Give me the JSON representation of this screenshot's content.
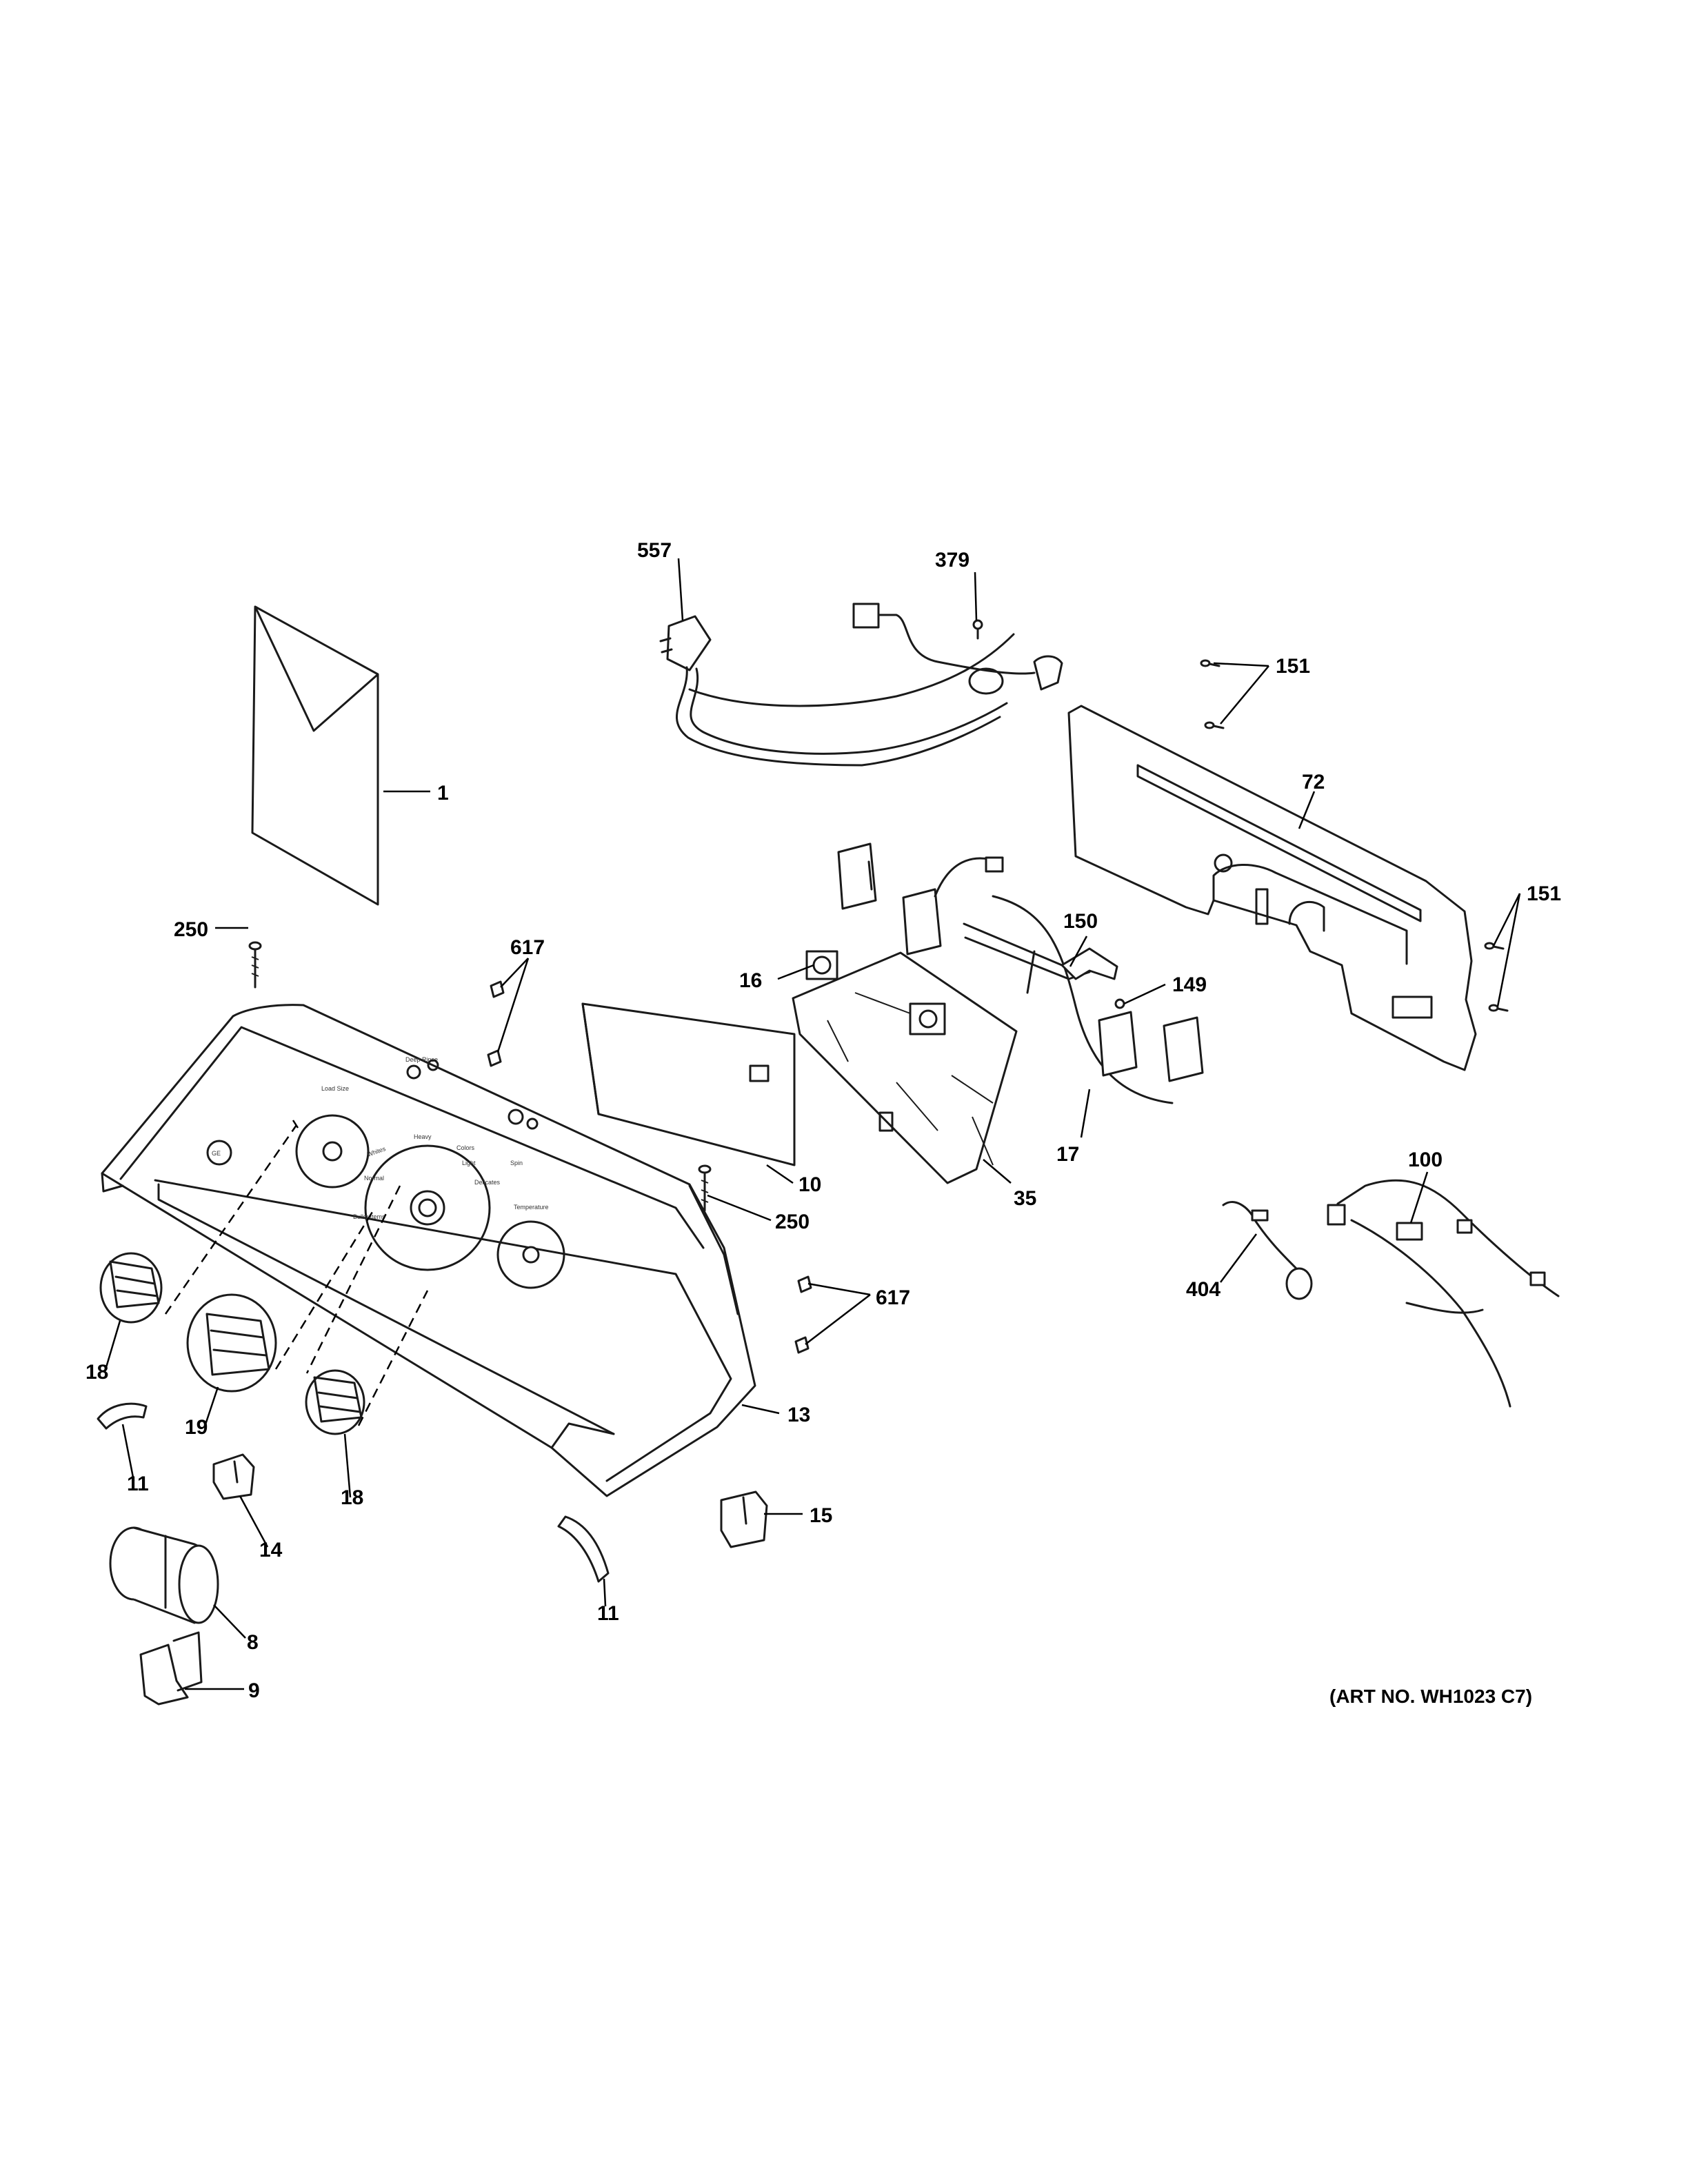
{
  "art_number": "(ART NO. WH1023 C7)",
  "console_text": {
    "load_size": "Load Size",
    "soils": [
      "Whites",
      "Heavy",
      "Normal",
      "Colors",
      "Light",
      "Delicates",
      "Bulky Items"
    ],
    "temperature": "Temperature",
    "deep_rinse": "Deep Rinse",
    "spin": "Spin",
    "brand": "GE"
  },
  "callouts": {
    "c1": "1",
    "c250a": "250",
    "c250b": "250",
    "c617a": "617",
    "c617b": "617",
    "c557": "557",
    "c379": "379",
    "c151a": "151",
    "c151b": "151",
    "c72": "72",
    "c150": "150",
    "c149": "149",
    "c16": "16",
    "c17": "17",
    "c35": "35",
    "c10": "10",
    "c100": "100",
    "c404": "404",
    "c13": "13",
    "c18a": "18",
    "c18b": "18",
    "c19": "19",
    "c11a": "11",
    "c11b": "11",
    "c14": "14",
    "c15": "15",
    "c8": "8",
    "c9": "9"
  }
}
